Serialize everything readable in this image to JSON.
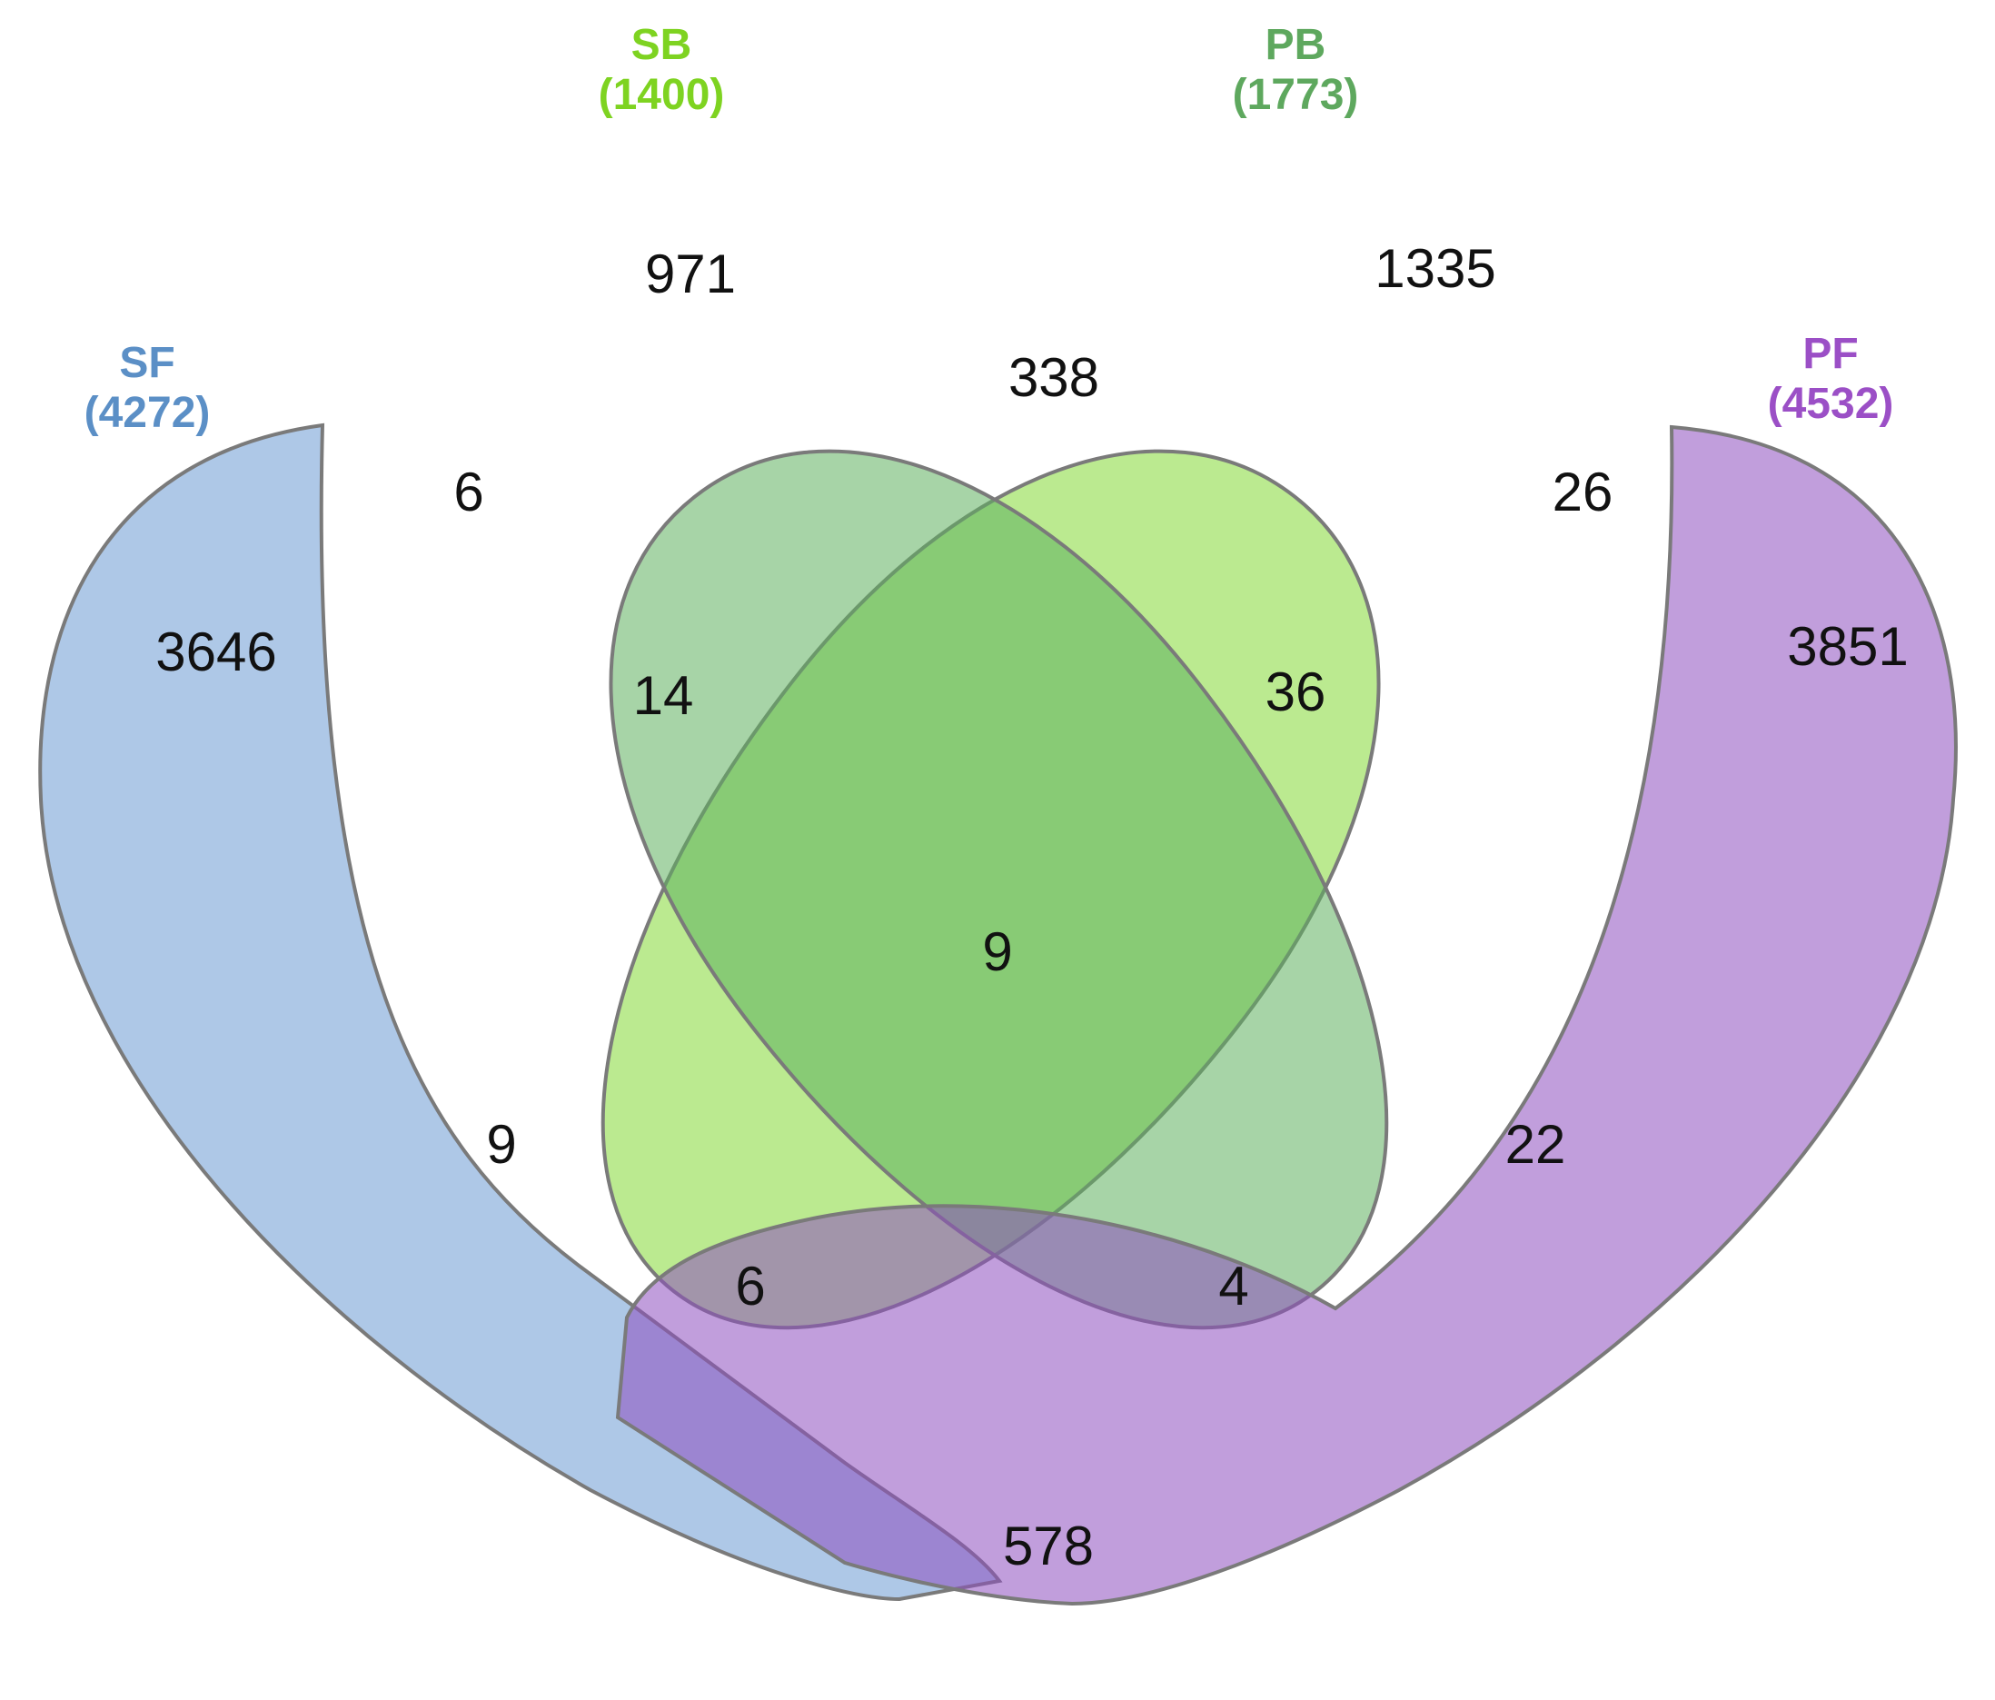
{
  "sets": [
    {
      "id": "SF",
      "name": "SF",
      "count": "(4272)",
      "color": "#6c9ad4"
    },
    {
      "id": "SB",
      "name": "SB",
      "count": "(1400)",
      "color": "#84d934"
    },
    {
      "id": "PB",
      "name": "PB",
      "count": "(1773)",
      "color": "#5fb05f"
    },
    {
      "id": "PF",
      "name": "PF",
      "count": "(4532)",
      "color": "#8e4fc0"
    }
  ],
  "regions": {
    "SF_only": "3646",
    "SB_only": "971",
    "PB_only": "1335",
    "PF_only": "3851",
    "SF_SB": "6",
    "SB_PB": "338",
    "PB_PF": "26",
    "SF_PB": "9",
    "SB_PF": "22",
    "SF_PF": "578",
    "SF_SB_PB": "14",
    "SB_PB_PF": "36",
    "SF_SB_PF": "4",
    "SF_PB_PF": "6",
    "all": "9"
  }
}
